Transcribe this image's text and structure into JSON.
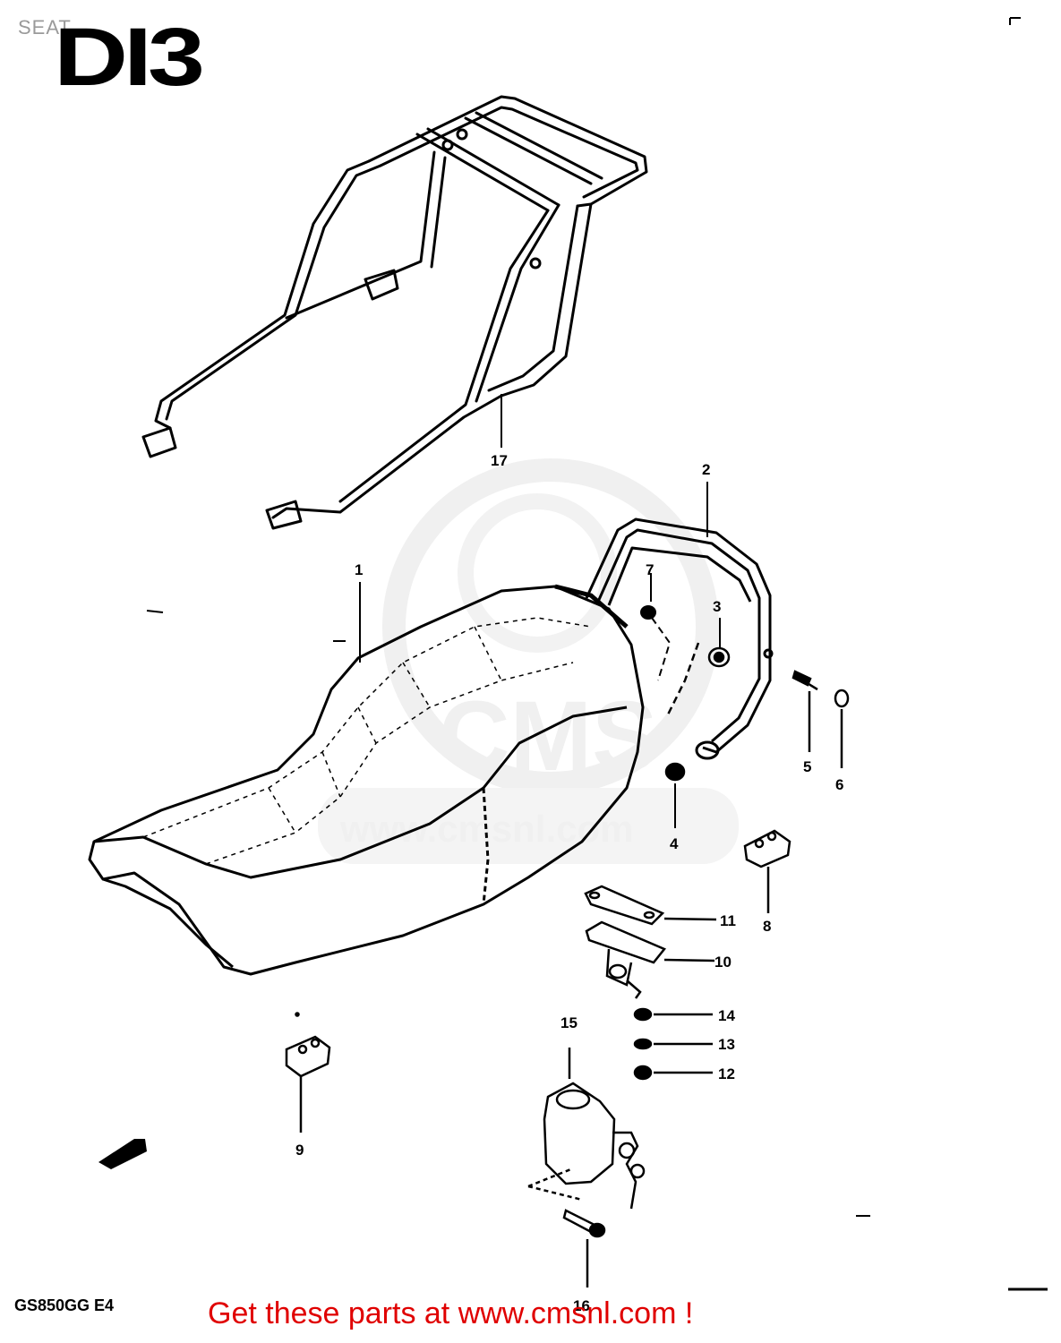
{
  "header": {
    "section_title": "SEAT",
    "section_code": "DI3"
  },
  "watermark": {
    "brand": "CMS",
    "url": "www.cmsnl.com"
  },
  "footer": {
    "model_code": "GS850GG E4",
    "cta": "Get these parts at www.cmsnl.com !"
  },
  "callouts": [
    "1",
    "2",
    "3",
    "4",
    "5",
    "6",
    "7",
    "8",
    "9",
    "10",
    "11",
    "12",
    "13",
    "14",
    "15",
    "16",
    "17"
  ],
  "colors": {
    "line": "#000000",
    "cta": "#e00000",
    "watermark": "#f0f0f0",
    "title": "#9a9a9a"
  }
}
